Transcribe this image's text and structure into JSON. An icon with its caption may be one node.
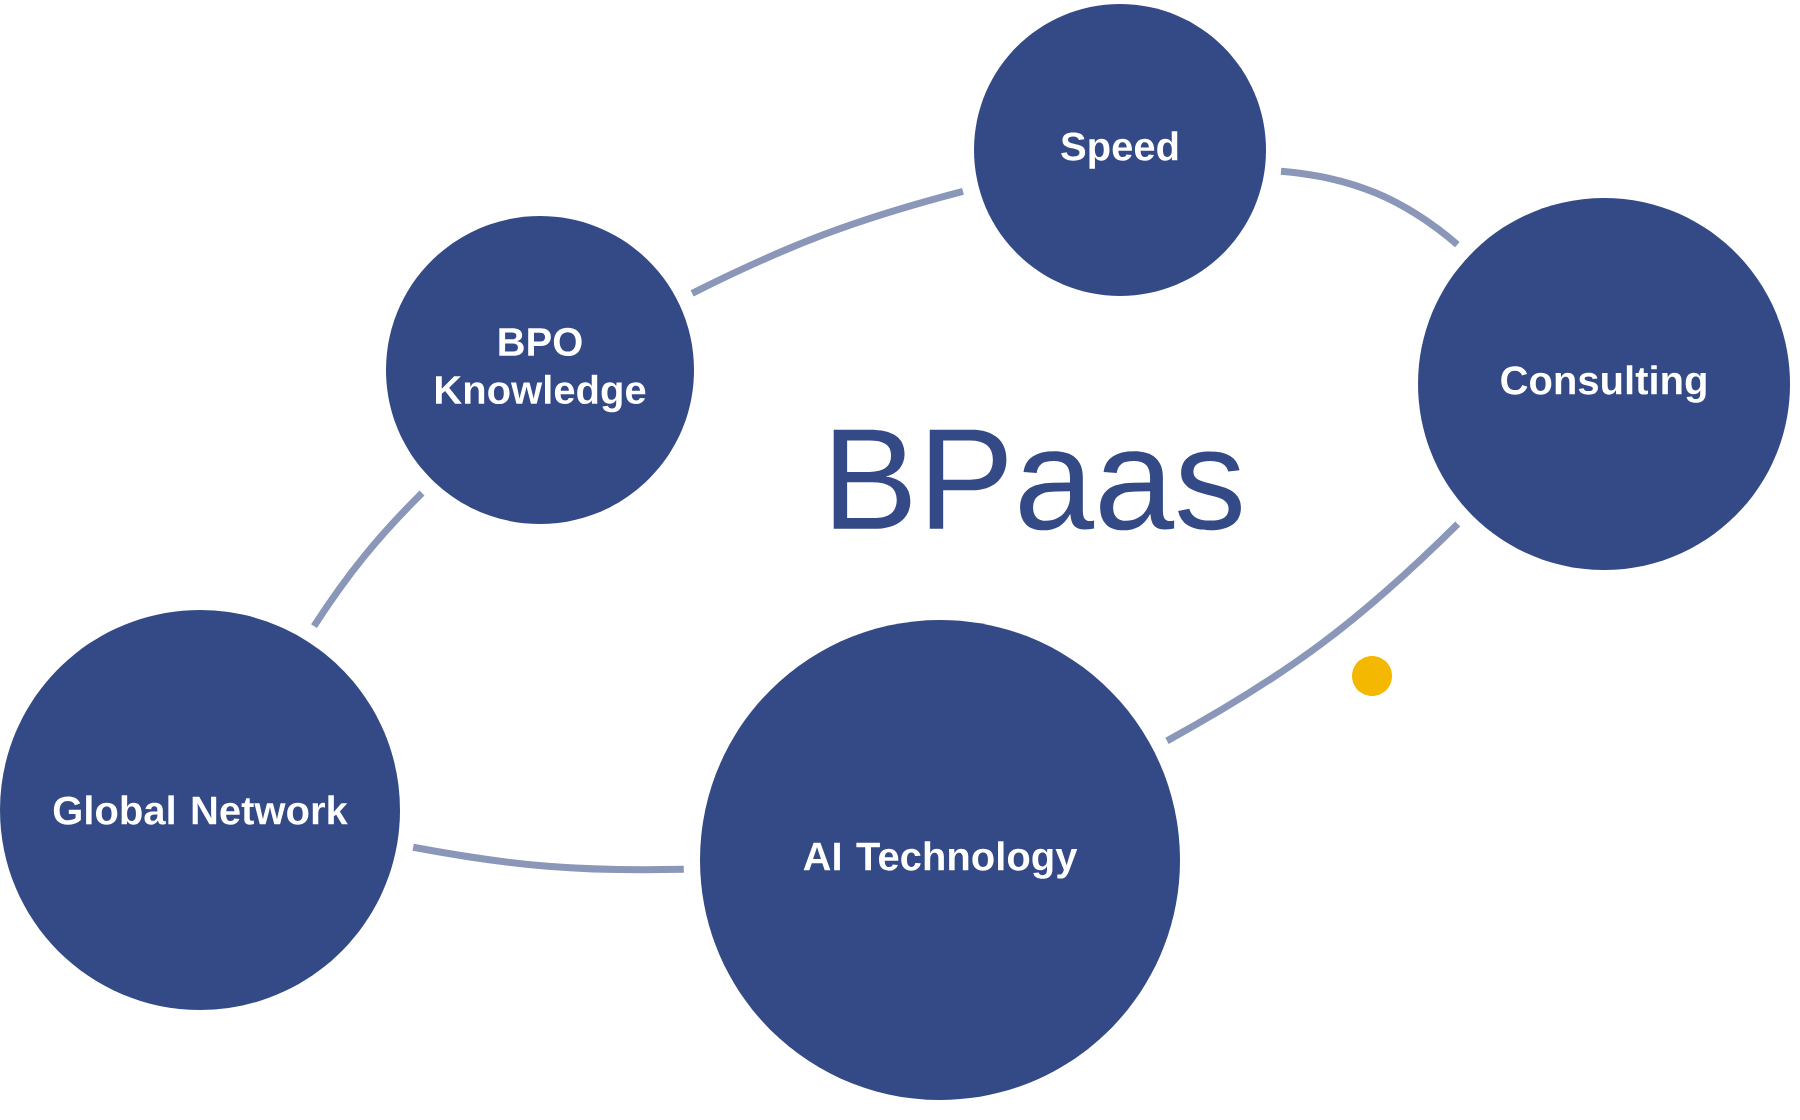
{
  "diagram": {
    "title": "BPaas",
    "nodes": [
      {
        "text": [
          "Speed"
        ]
      },
      {
        "text": [
          "BPO Knowledge"
        ]
      },
      {
        "text": [
          "Consulting"
        ]
      },
      {
        "text": [
          "Global Network"
        ]
      },
      {
        "text": [
          "AI Technology"
        ]
      }
    ],
    "edges": [
      {
        "from": 1,
        "to": 0,
        "arrow": "none"
      },
      {
        "from": 0,
        "to": 2,
        "arrow": "none"
      },
      {
        "from": 2,
        "to": 4,
        "arrow": "none"
      },
      {
        "from": 4,
        "to": 3,
        "arrow": "none"
      },
      {
        "from": 3,
        "to": 1,
        "arrow": "none"
      }
    ]
  }
}
